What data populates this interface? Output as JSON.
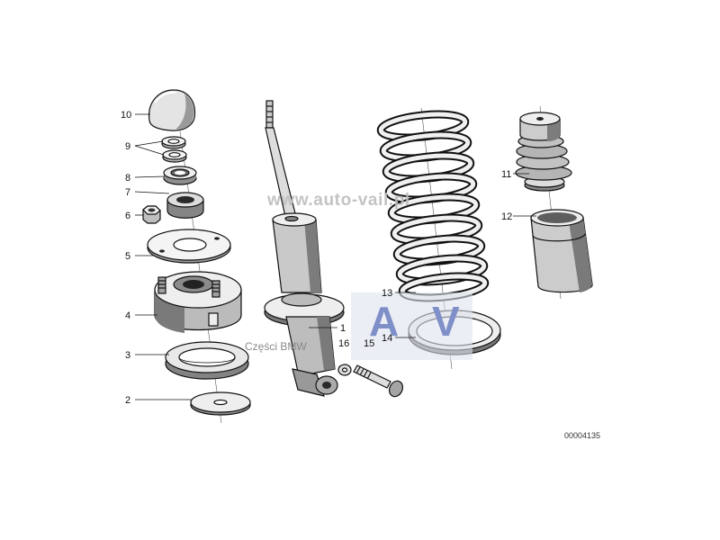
{
  "labels": {
    "p1": "1",
    "p2": "2",
    "p3": "3",
    "p4": "4",
    "p5": "5",
    "p6": "6",
    "p7": "7",
    "p8": "8",
    "p9": "9",
    "p10": "10",
    "p11": "11",
    "p12": "12",
    "p13": "13",
    "p14": "14",
    "p15": "15",
    "p16": "16"
  },
  "diagram_number": "00004135",
  "watermark": {
    "site": "www.auto-vail.pl",
    "caption": "Części BMW",
    "letters": [
      "A",
      "V"
    ]
  },
  "colors": {
    "line_art": "#111111",
    "watermark_text": "#bdbdbd",
    "watermark_letters": "#7f90c8",
    "watermark_box": "#dde2ee"
  }
}
